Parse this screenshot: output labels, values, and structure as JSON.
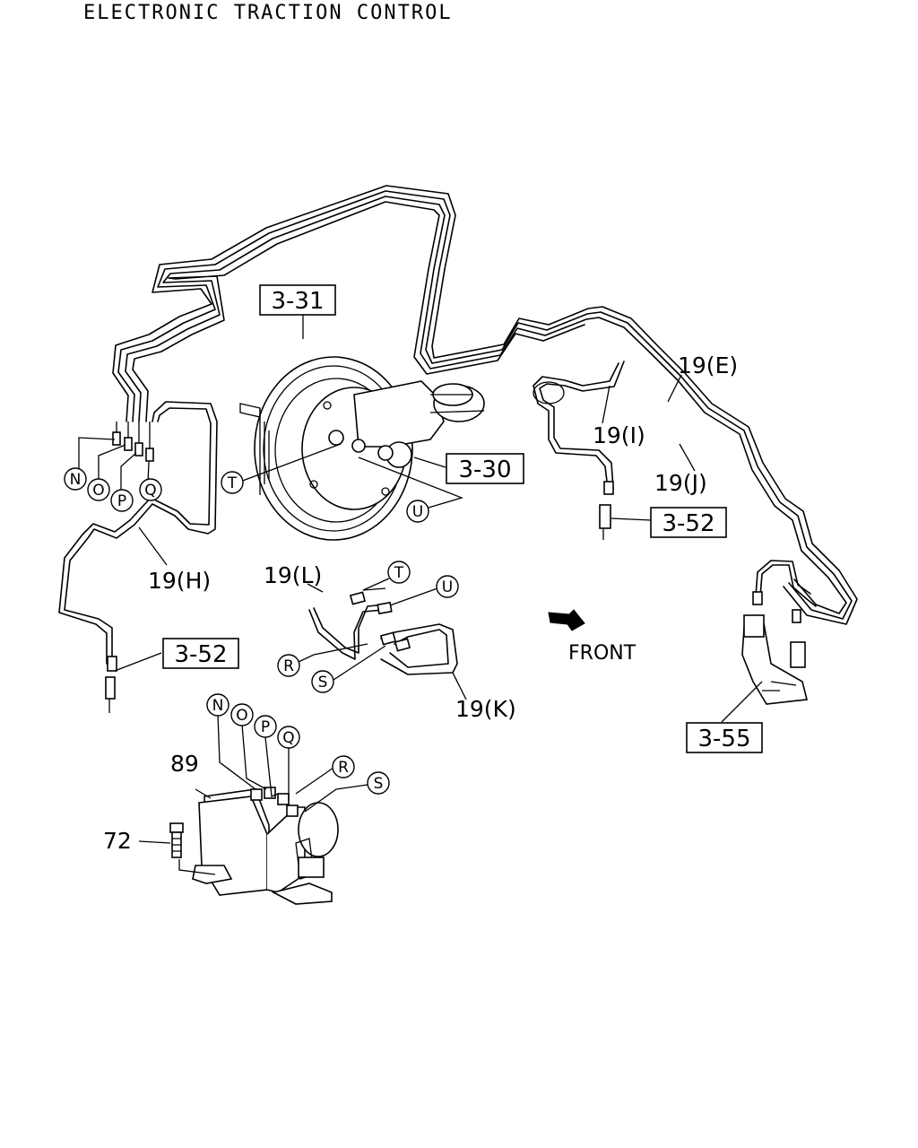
{
  "title": "ELECTRONIC TRACTION CONTROL",
  "boxed_refs": {
    "b331": "3-31",
    "b330": "3-30",
    "b352_left": "3-52",
    "b352_right": "3-52",
    "b355": "3-55"
  },
  "part_labels": {
    "p19e": "19(E)",
    "p19i": "19(I)",
    "p19j": "19(J)",
    "p19h": "19(H)",
    "p19l": "19(L)",
    "p19k": "19(K)",
    "p89": "89",
    "p72": "72"
  },
  "connection_markers": {
    "n_top": "N",
    "o_top": "O",
    "p_top": "P",
    "q_top": "Q",
    "t_booster": "T",
    "u_booster": "U",
    "t_lines": "T",
    "u_lines": "U",
    "r_lines": "R",
    "s_lines": "S",
    "n_unit": "N",
    "o_unit": "O",
    "p_unit": "P",
    "q_unit": "Q",
    "r_unit": "R",
    "s_unit": "S"
  },
  "front_label": "FRONT"
}
